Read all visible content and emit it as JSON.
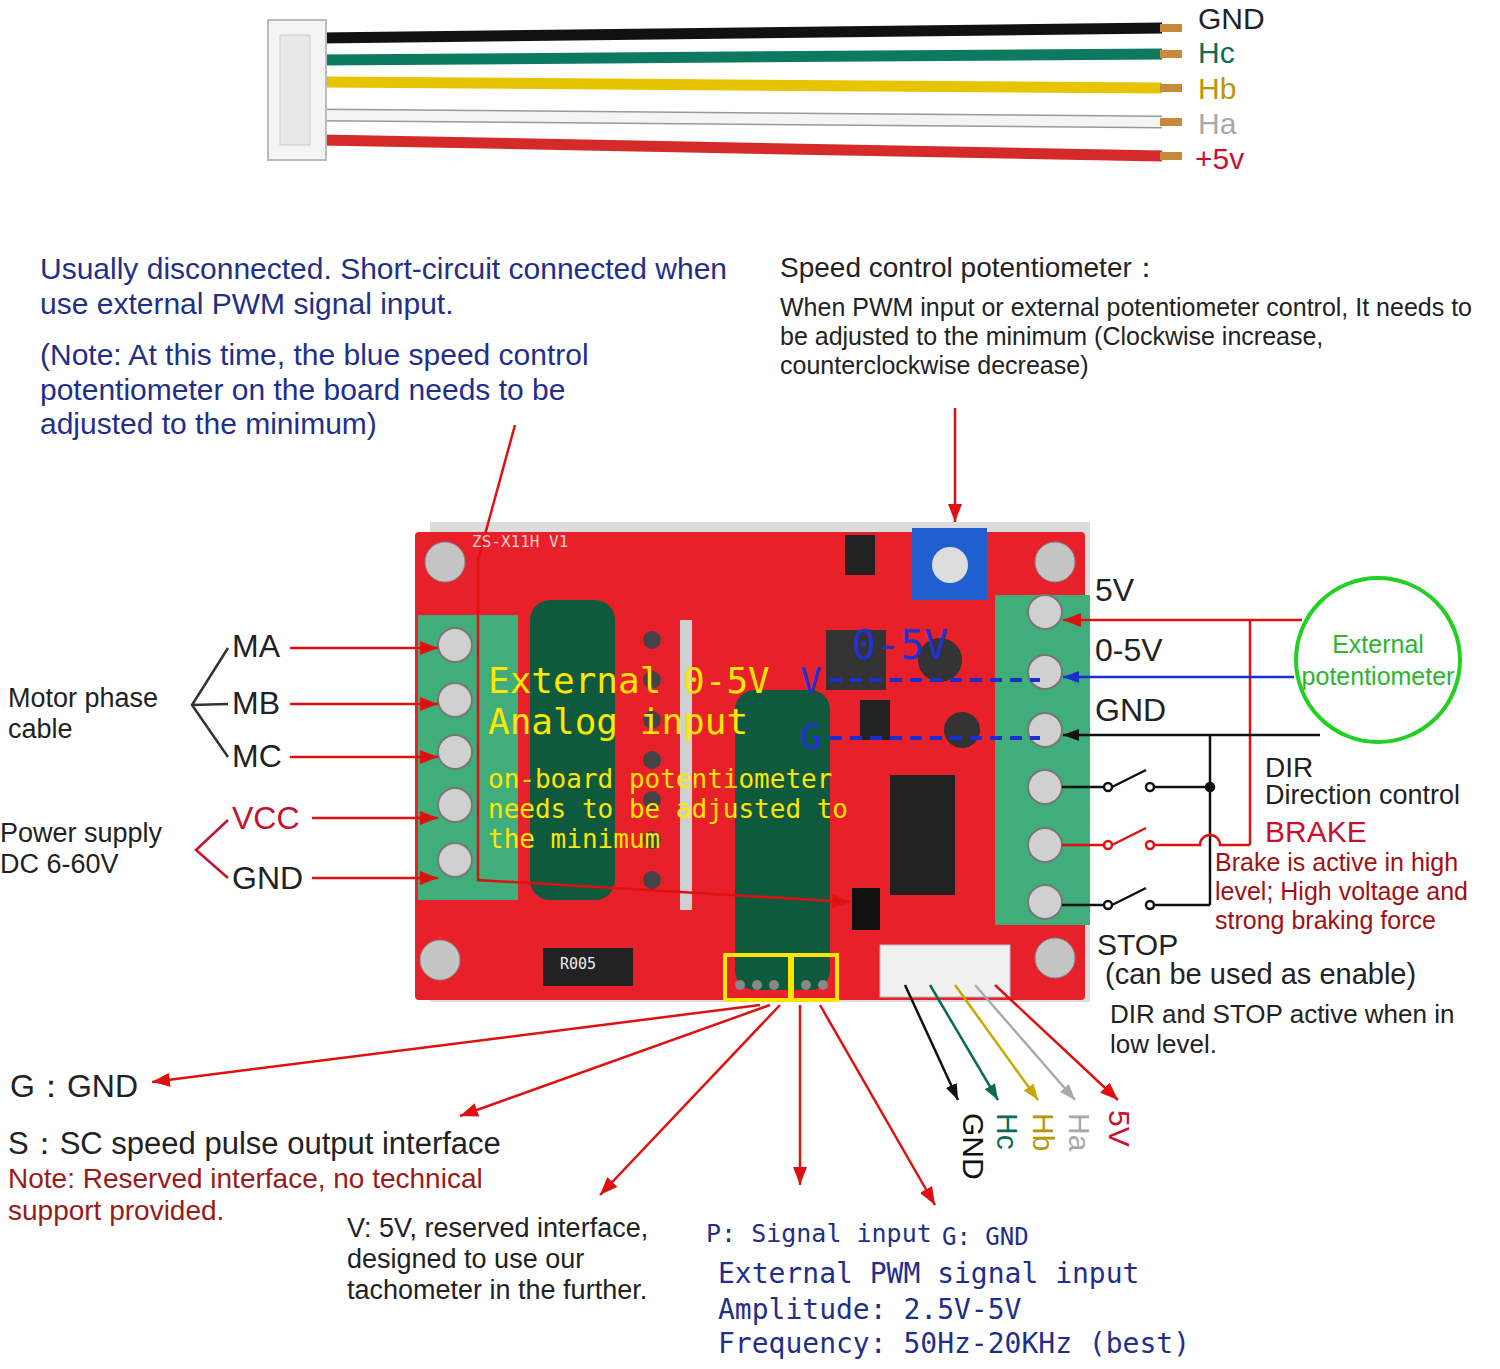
{
  "diagram": {
    "nodes": [
      {
        "text": [
          "External potentiometer"
        ]
      }
    ],
    "labels": [
      "GND",
      "Hc",
      "Hb",
      "Ha",
      "+5v",
      "Usually disconnected. Short-circuit connected when use external PWM signal input.",
      "(Note: At this time, the blue speed control potentiometer on the board needs to be adjusted to the minimum)",
      "Speed control potentiometer：",
      "When PWM input or external potentiometer control, It needs to be adjusted to the minimum (Clockwise increase, counterclockwise decrease)",
      "MA",
      "MB",
      "MC",
      "Motor phase cable",
      "VCC",
      "GND",
      "Power supply DC 6-60V",
      "ZS-X11H V1",
      "R005",
      "0-5V",
      "External 0-5V Analog input",
      "V",
      "G",
      "on-board potentiometer needs to be adjusted to the minimum",
      "5V",
      "0-5V",
      "GND",
      "DIR",
      "Direction control",
      "BRAKE",
      "Brake is active in high level; High voltage and strong braking force",
      "STOP",
      "(can be used as enable)",
      "DIR and STOP active when in low level.",
      "G：GND",
      "S：SC speed pulse output interface",
      "Note: Reserved interface, no technical support provided.",
      "V: 5V, reserved interface, designed to use our tachometer in the further.",
      "P: Signal input",
      "G: GND",
      "External PWM signal input",
      "Amplitude: 2.5V-5V",
      "Frequency: 50Hz-20KHz (best)",
      "GND",
      "Hc",
      "Hb",
      "Ha",
      "5V"
    ]
  }
}
